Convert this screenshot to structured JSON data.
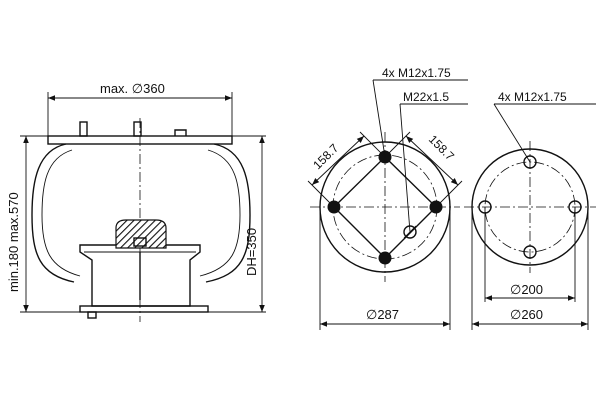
{
  "side_view": {
    "top_width_label": "max. ∅360",
    "height_range_label": "min.180 max.570",
    "design_height_label": "DH=350"
  },
  "top_plate": {
    "bolts_label": "4x M12x1.75",
    "air_fitting_label": "M22x1.5",
    "bolt_spacing_left_label": "158.7",
    "bolt_spacing_right_label": "158.7",
    "diameter_label": "∅287"
  },
  "bottom_plate": {
    "bolts_label": "4x M12x1.75",
    "bolt_circle_label": "∅200",
    "diameter_label": "∅260"
  }
}
